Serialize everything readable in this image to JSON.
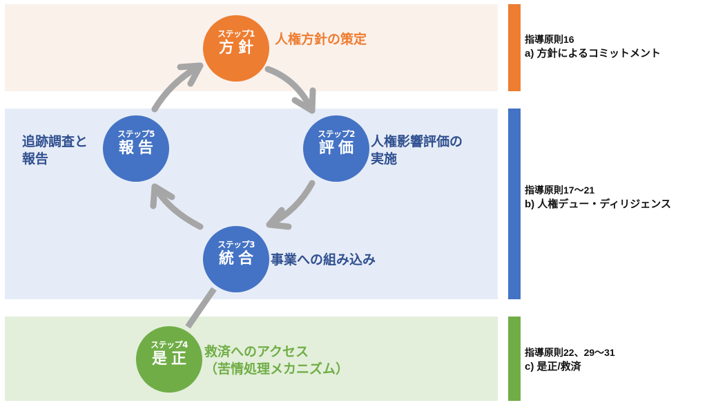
{
  "colors": {
    "orange": "#ed7d31",
    "blue": "#4472c4",
    "green": "#70ad47",
    "arrow": "#a6a6a6",
    "orange_band": "#fbf1eb",
    "blue_band": "#e6ecf7",
    "green_band": "#e3efda"
  },
  "steps": [
    {
      "step_label": "ステップ1",
      "name": "方針",
      "description_lines": [
        "人権方針の策定"
      ]
    },
    {
      "step_label": "ステップ2",
      "name": "評価",
      "description_lines": [
        "人権影響評価の",
        "実施"
      ]
    },
    {
      "step_label": "ステップ3",
      "name": "統合",
      "description_lines": [
        "事業への組み込み"
      ]
    },
    {
      "step_label": "ステップ4",
      "name": "是正",
      "description_lines": [
        "救済へのアクセス",
        "（苦情処理メカニズム）"
      ]
    },
    {
      "step_label": "ステップ5",
      "name": "報告",
      "description_lines": [
        "追跡調査と",
        "報告"
      ]
    }
  ],
  "principles": [
    {
      "title": "指導原則16",
      "subtitle": "a) 方針によるコミットメント"
    },
    {
      "title": "指導原則17～21",
      "subtitle": "b) 人権デュー・ディリジェンス"
    },
    {
      "title": "指導原則22、29～31",
      "subtitle": "c) 是正/救済"
    }
  ]
}
